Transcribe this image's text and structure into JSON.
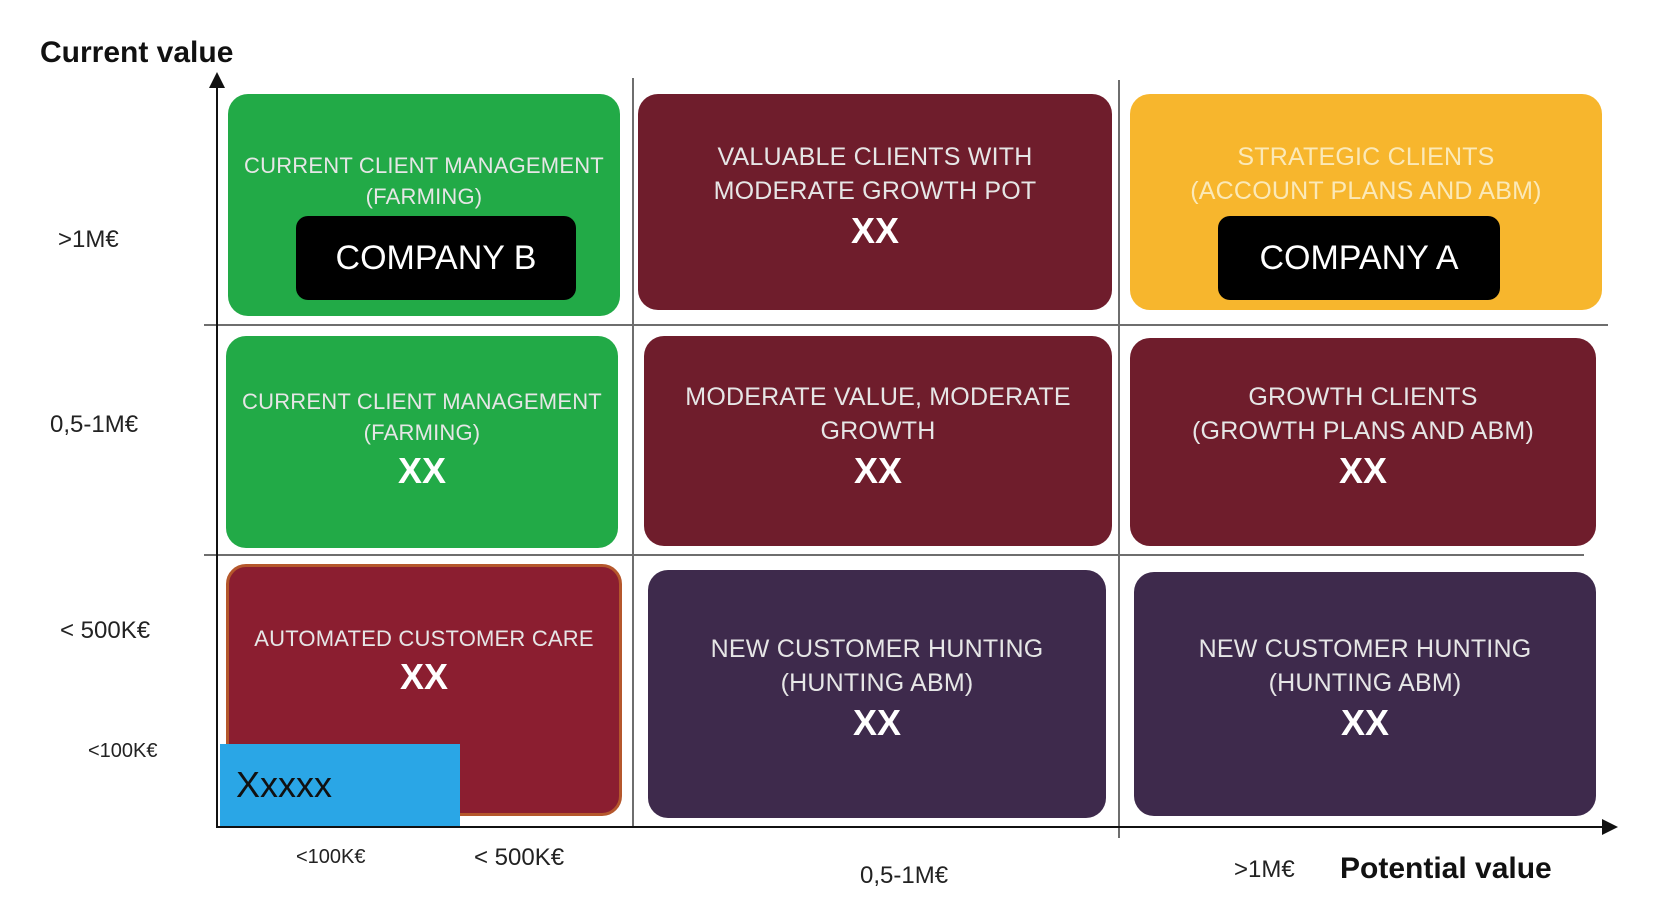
{
  "axes": {
    "y_title": "Current value",
    "x_title": "Potential value",
    "y_labels": [
      ">1M€",
      "0,5-1M€",
      "< 500K€",
      "<100K€"
    ],
    "x_labels": [
      "<100K€",
      "< 500K€",
      "0,5-1M€",
      ">1M€"
    ]
  },
  "cells": {
    "r1c1": {
      "title_1": "CURRENT CLIENT MANAGEMENT",
      "title_2": "(FARMING)"
    },
    "r1c2": {
      "title_1": "VALUABLE CLIENTS WITH",
      "title_2": "MODERATE GROWTH POT",
      "value": "XX"
    },
    "r1c3": {
      "title_1": "STRATEGIC CLIENTS",
      "title_2": "(ACCOUNT PLANS AND ABM)"
    },
    "r2c1": {
      "title_1": "CURRENT CLIENT MANAGEMENT",
      "title_2": "(FARMING)",
      "value": "XX"
    },
    "r2c2": {
      "title_1": "MODERATE VALUE, MODERATE",
      "title_2": "GROWTH",
      "value": "XX"
    },
    "r2c3": {
      "title_1": "GROWTH CLIENTS",
      "title_2": "(GROWTH PLANS AND ABM)",
      "value": "XX"
    },
    "r3c1": {
      "title_1": "AUTOMATED CUSTOMER CARE",
      "value": "XX"
    },
    "r3c2": {
      "title_1": "NEW CUSTOMER HUNTING",
      "title_2": "(HUNTING ABM)",
      "value": "XX"
    },
    "r3c3": {
      "title_1": "NEW CUSTOMER HUNTING",
      "title_2": "(HUNTING ABM)",
      "value": "XX"
    }
  },
  "labels": {
    "company_b": "COMPANY B",
    "company_a": "COMPANY A",
    "small_segment": "Xxxxx"
  },
  "colors": {
    "farming_green": "#22aa47",
    "wine": "#6f1d2c",
    "strategic_gold": "#f7b62d",
    "automated_red": "#8b1e30",
    "hunting_purple": "#3e2a4c",
    "segment_blue": "#2aa6e6"
  }
}
